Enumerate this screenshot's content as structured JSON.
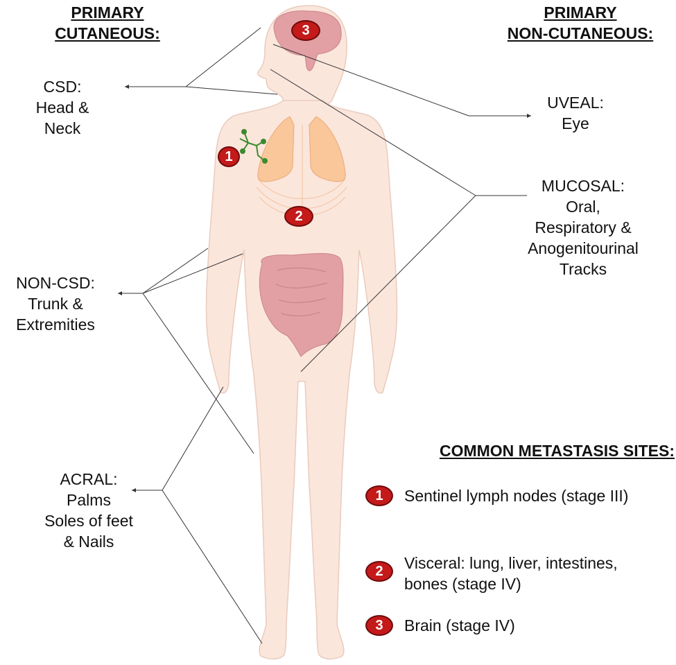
{
  "headers": {
    "cutaneous": "PRIMARY\nCUTANEOUS:",
    "non_cutaneous": "PRIMARY\nNON-CUTANEOUS:",
    "metastasis": "COMMON METASTASIS SITES:"
  },
  "cutaneous": {
    "csd": {
      "title": "CSD:",
      "lines": [
        "Head &",
        "Neck"
      ]
    },
    "non_csd": {
      "title": "NON-CSD:",
      "lines": [
        "Trunk &",
        "Extremities"
      ]
    },
    "acral": {
      "title": "ACRAL:",
      "lines": [
        "Palms",
        "Soles of feet",
        "& Nails"
      ]
    }
  },
  "non_cutaneous": {
    "uveal": {
      "title": "UVEAL:",
      "lines": [
        "Eye"
      ]
    },
    "mucosal": {
      "title": "MUCOSAL:",
      "lines": [
        "Oral,",
        "Respiratory &",
        "Anogenitourinal",
        "Tracks"
      ]
    }
  },
  "metastasis_sites": [
    {
      "number": "1",
      "label": "Sentinel lymph nodes (stage III)"
    },
    {
      "number": "2",
      "label": "Visceral: lung, liver, intestines, bones (stage IV)"
    },
    {
      "number": "3",
      "label": "Brain (stage IV)"
    }
  ],
  "colors": {
    "badge": "#c41a1a",
    "skin": "#fbe6dc",
    "organ_orange": "#f9c79a",
    "organ_pink": "#e2a0a4",
    "lymph_green": "#3c8a2e"
  }
}
